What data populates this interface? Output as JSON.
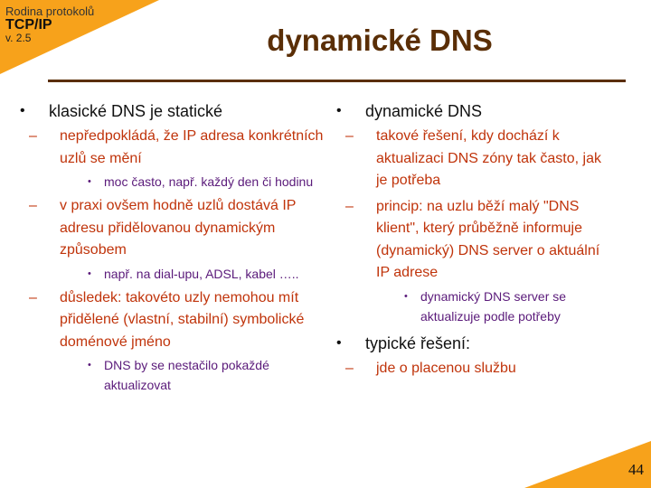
{
  "header": {
    "series_line1": "Rodina protokolů",
    "series_line2": "TCP/IP",
    "series_line3": "v. 2.5",
    "accent_color": "#f7a21b"
  },
  "title": "dynamické DNS",
  "left": {
    "b1": "klasické DNS je statické",
    "b1_d1": "nepředpokládá, že IP adresa konkrétních uzlů se mění",
    "b1_d1_s1": "moc často, např. každý den či hodinu",
    "b1_d2": "v praxi ovšem hodně uzlů dostává IP adresu přidělovanou dynamickým způsobem",
    "b1_d2_s1": "např. na dial-upu, ADSL, kabel …..",
    "b1_d3": "důsledek: takovéto uzly nemohou mít přidělené (vlastní, stabilní) symbolické doménové jméno",
    "b1_d3_s1": "DNS by se nestačilo pokaždé aktualizovat"
  },
  "right": {
    "b1": "dynamické DNS",
    "b1_d1": "takové řešení, kdy dochází k aktualizaci DNS zóny tak často, jak je potřeba",
    "b1_d2": "princip: na uzlu běží malý \"DNS klient\", který průběžně informuje (dynamický) DNS server o aktuální IP adrese",
    "b1_d2_s1": "dynamický DNS server se aktualizuje podle potřeby",
    "b2": "typické řešení:",
    "b2_d1": "jde o placenou službu"
  },
  "page_number": "44"
}
